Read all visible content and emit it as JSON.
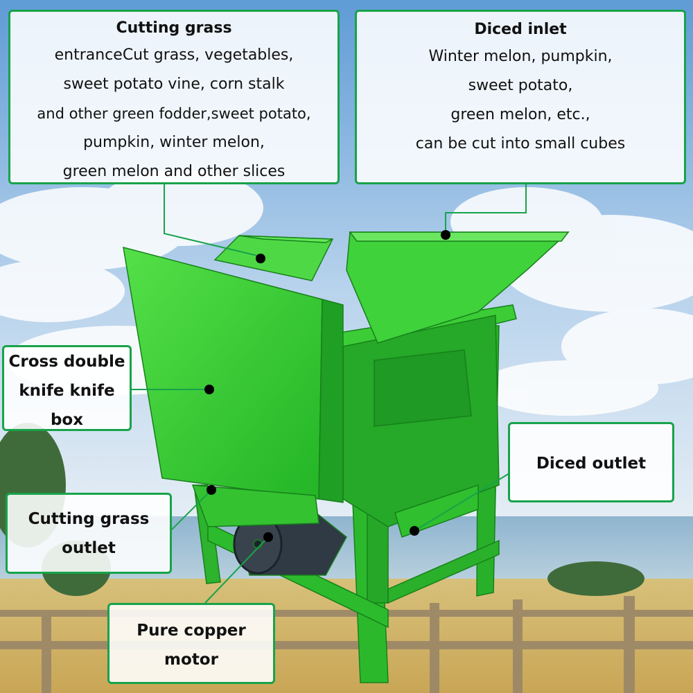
{
  "callouts": {
    "cutting_grass_entrance": {
      "title": "Cutting grass",
      "lines": [
        "entranceCut grass, vegetables,",
        "sweet potato vine, corn stalk",
        "and other green fodder,sweet potato,",
        "pumpkin, winter melon,",
        "green melon and other slices"
      ]
    },
    "diced_inlet": {
      "title": "Diced inlet",
      "lines": [
        "Winter melon, pumpkin,",
        "sweet potato,",
        "green melon, etc.,",
        "can be cut into small cubes"
      ]
    },
    "knife_box": {
      "lines": [
        "Cross double",
        "knife knife",
        "box"
      ]
    },
    "diced_outlet": {
      "lines": [
        "Diced outlet"
      ]
    },
    "cutting_grass_outlet": {
      "lines": [
        "Cutting grass",
        "outlet"
      ]
    },
    "motor": {
      "lines": [
        "Pure copper",
        "motor"
      ]
    }
  },
  "colors": {
    "machine_green": "#2ec22e",
    "machine_dark": "#1a8f1f",
    "border_green": "#17a34a",
    "sky_top": "#6fa8dc",
    "field": "#d8b96a"
  },
  "icons": [
    "motor-fan-grille-icon"
  ]
}
